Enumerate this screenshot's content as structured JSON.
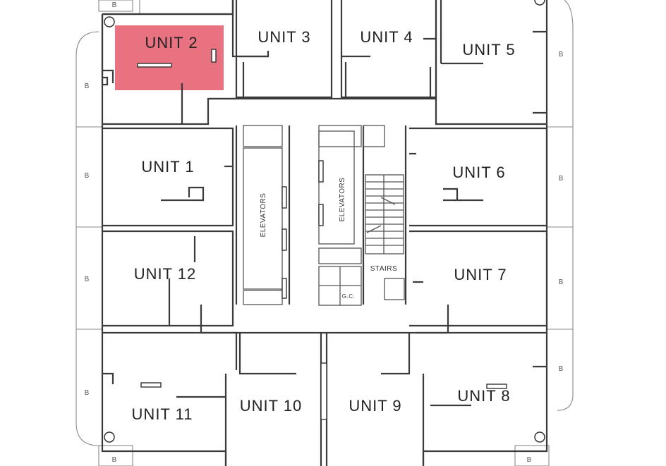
{
  "highlight_color": "#e34a5e",
  "highlighted_unit": "UNIT 2",
  "units": [
    {
      "id": "u1",
      "label": "UNIT 1"
    },
    {
      "id": "u2",
      "label": "UNIT 2"
    },
    {
      "id": "u3",
      "label": "UNIT 3"
    },
    {
      "id": "u4",
      "label": "UNIT 4"
    },
    {
      "id": "u5",
      "label": "UNIT 5"
    },
    {
      "id": "u6",
      "label": "UNIT 6"
    },
    {
      "id": "u7",
      "label": "UNIT 7"
    },
    {
      "id": "u8",
      "label": "UNIT 8"
    },
    {
      "id": "u9",
      "label": "UNIT 9"
    },
    {
      "id": "u10",
      "label": "UNIT 10"
    },
    {
      "id": "u11",
      "label": "UNIT 11"
    },
    {
      "id": "u12",
      "label": "UNIT 12"
    }
  ],
  "core": {
    "elevators_left": "ELEVATORS",
    "elevators_right": "ELEVATORS",
    "stairs": "STAIRS",
    "gc": "G.C."
  },
  "balcony_label": "B"
}
